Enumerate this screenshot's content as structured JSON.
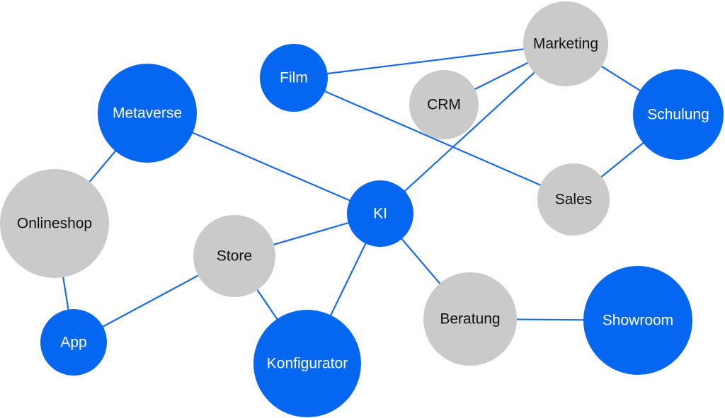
{
  "colors": {
    "primary": "#0567f0",
    "secondary": "#cacaca",
    "edge": "#1a6ae6",
    "label_on_primary": "#ffffff",
    "label_on_secondary": "#111111"
  },
  "nodes": [
    {
      "id": "marketing",
      "label": "Marketing",
      "type": "secondary"
    },
    {
      "id": "film",
      "label": "Film",
      "type": "primary"
    },
    {
      "id": "crm",
      "label": "CRM",
      "type": "secondary"
    },
    {
      "id": "schulung",
      "label": "Schulung",
      "type": "primary"
    },
    {
      "id": "metaverse",
      "label": "Metaverse",
      "type": "primary"
    },
    {
      "id": "sales",
      "label": "Sales",
      "type": "secondary"
    },
    {
      "id": "ki",
      "label": "KI",
      "type": "primary"
    },
    {
      "id": "onlineshop",
      "label": "Onlineshop",
      "type": "secondary"
    },
    {
      "id": "store",
      "label": "Store",
      "type": "secondary"
    },
    {
      "id": "beratung",
      "label": "Beratung",
      "type": "secondary"
    },
    {
      "id": "showroom",
      "label": "Showroom",
      "type": "primary"
    },
    {
      "id": "app",
      "label": "App",
      "type": "primary"
    },
    {
      "id": "konfigurator",
      "label": "Konfigurator",
      "type": "primary"
    }
  ],
  "edges": [
    {
      "from": "film",
      "to": "marketing"
    },
    {
      "from": "crm",
      "to": "marketing"
    },
    {
      "from": "marketing",
      "to": "schulung"
    },
    {
      "from": "marketing",
      "to": "ki"
    },
    {
      "from": "film",
      "to": "sales"
    },
    {
      "from": "schulung",
      "to": "sales"
    },
    {
      "from": "metaverse",
      "to": "ki"
    },
    {
      "from": "metaverse",
      "to": "onlineshop"
    },
    {
      "from": "onlineshop",
      "to": "app"
    },
    {
      "from": "ki",
      "to": "store"
    },
    {
      "from": "ki",
      "to": "konfigurator"
    },
    {
      "from": "ki",
      "to": "beratung"
    },
    {
      "from": "store",
      "to": "app"
    },
    {
      "from": "store",
      "to": "konfigurator"
    },
    {
      "from": "beratung",
      "to": "showroom"
    }
  ]
}
